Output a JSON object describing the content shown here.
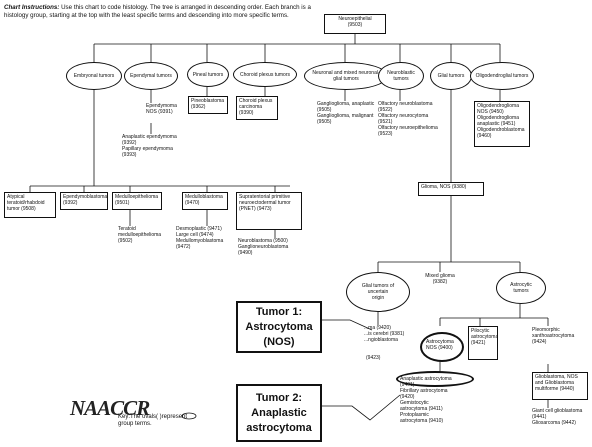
{
  "instructions": {
    "label": "Chart Instructions:",
    "text": "Use this chart to code histology. The tree is arranged in descending order. Each branch is a histology group, starting at the top with the least specific terms and descending into more specific terms."
  },
  "root": {
    "text": "Neuroepithelial\n(9503)"
  },
  "groups": {
    "embryonal": "Embryonal tumors",
    "ependymal": "Ependymal tumors",
    "pineal": "Pineal tumors",
    "choroid": "Choroid plexus tumors",
    "neuronal": "Neuronal and mixed neuronal-glial tumors",
    "neuroblastic": "Neuroblastic tumors",
    "glial": "Glial tumors",
    "oligo": "Oligodendroglial tumors"
  },
  "boxes": {
    "ependymoma_nos": "Ependymoma\nNOS (9391)",
    "anaplastic_ependymoma": "Anaplastic ependymoma\n(9392)\nPapillary ependymoma\n(9393)",
    "pineoblastoma": "Pineoblastoma\n(9362)",
    "choroid_carcinoma": "Choroid plexus\ncarcinoma\n(9390)",
    "ganglioglioma": "Ganglioglioma, anaplastic\n(9505)\nGanglioglioma, malignant\n(9505)",
    "olfactory": "Olfactory neuroblastoma\n(9522)\nOlfactory neurocytoma\n(9521)\nOlfactory neuroepithelioma\n(9523)",
    "oligodendroglioma": "Oligodendroglioma\nNOS (9450)\nOligodendroglioma\nanaplastic (9451)\nOligodendroblastoma\n(9460)",
    "atypical_teratoid": "Atypical\nteratoid/rhabdoid\ntumor (9508)",
    "ependymoblastoma": "Ependymoblastoma\n(9392)",
    "medulloepithelioma": "Medulloepithelioma\n(9501)",
    "teratoid": "Teratoid\nmedulloepithelioma\n(9502)",
    "medulloblastoma": "Medulloblastoma\n(9470)",
    "desmoplastic": "Desmoplastic (9471)\nLarge cell (9474)\nMedullomyoblastoma\n(9472)",
    "pnet": "Supratentorial primitive\nneuroectodermal tumor\n(PNET) (9473)",
    "neuroblastoma": "Neuroblastoma (9500)\nGanglioneuroblastoma\n(9490)",
    "glioma_nos": "Glioma, NOS (9380)",
    "mixed_glioma": "Mixed glioma\n(9382)",
    "pilocytic": "Pilocytic\nastrocytoma\n(9421)",
    "pleomorphic": "Pleomorphic\nxanthoastrocytoma\n(9424)",
    "glioblastoma": "Glioblastoma, NOS\nand Glioblastoma\nmultiforme (9440)",
    "giant_cell": "Giant cell glioblastoma\n(9441)\nGliosarcoma (9442)",
    "astro_partial": "Astrocytoma\nNOS (9400)",
    "anaplastic_partial": "Anaplastic astrocytoma\n(9401)\nFibrillary astrocytoma\n(9420)\nGemistocytic\nastrocytoma (9411)\nProtoplasmic\nastrocytoma (9410)",
    "uncertain_partial_a": "...ma (9420)\n...is cerebri (9381)\n...ngioblastoma",
    "uncertain_partial_b": "(9423)"
  },
  "ovals": {
    "uncertain_origin": "Glial tumors of\nuncertain\norigin",
    "astrocytic": "Astrocytic\ntumors"
  },
  "callouts": {
    "tumor1": "Tumor 1:\nAstrocytoma\n(NOS)",
    "tumor2": "Tumor 2:\nAnaplastic\nastrocytoma"
  },
  "logo": "NAACCR",
  "key": "Key:The ovals(   )represent\ngroup terms."
}
